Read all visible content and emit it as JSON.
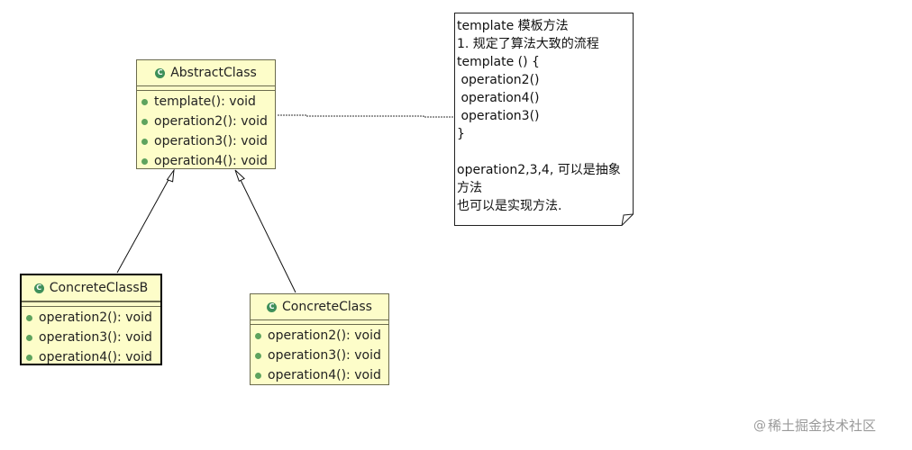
{
  "classes": {
    "abstract": {
      "icon": "class-icon",
      "name": "AbstractClass",
      "operations": [
        "template(): void",
        "operation2(): void",
        "operation3(): void",
        "operation4(): void"
      ]
    },
    "concrete_b": {
      "icon": "class-icon",
      "name": "ConcreteClassB",
      "operations": [
        "operation2(): void",
        "operation3(): void",
        "operation4(): void"
      ]
    },
    "concrete": {
      "icon": "class-icon",
      "name": "ConcreteClass",
      "operations": [
        "operation2(): void",
        "operation3(): void",
        "operation4(): void"
      ]
    }
  },
  "note": {
    "lines": [
      "template 模板方法",
      "1. 规定了算法大致的流程",
      "template () {",
      " operation2()",
      " operation4()",
      " operation3()",
      "}",
      "",
      "operation2,3,4, 可以是抽象",
      "方法",
      "也可以是实现方法."
    ]
  },
  "class_icon_glyph": "C",
  "watermark": {
    "icon": "at-icon",
    "glyph": "@",
    "text": "稀土掘金技术社区"
  },
  "colors": {
    "class_fill": "#fdfdc9",
    "class_border": "#6b6b4e",
    "class_icon": "#3e8f5a",
    "op_dot": "#5ea35e",
    "note_fill": "#ffffff",
    "watermark": "#9a9a9a"
  }
}
